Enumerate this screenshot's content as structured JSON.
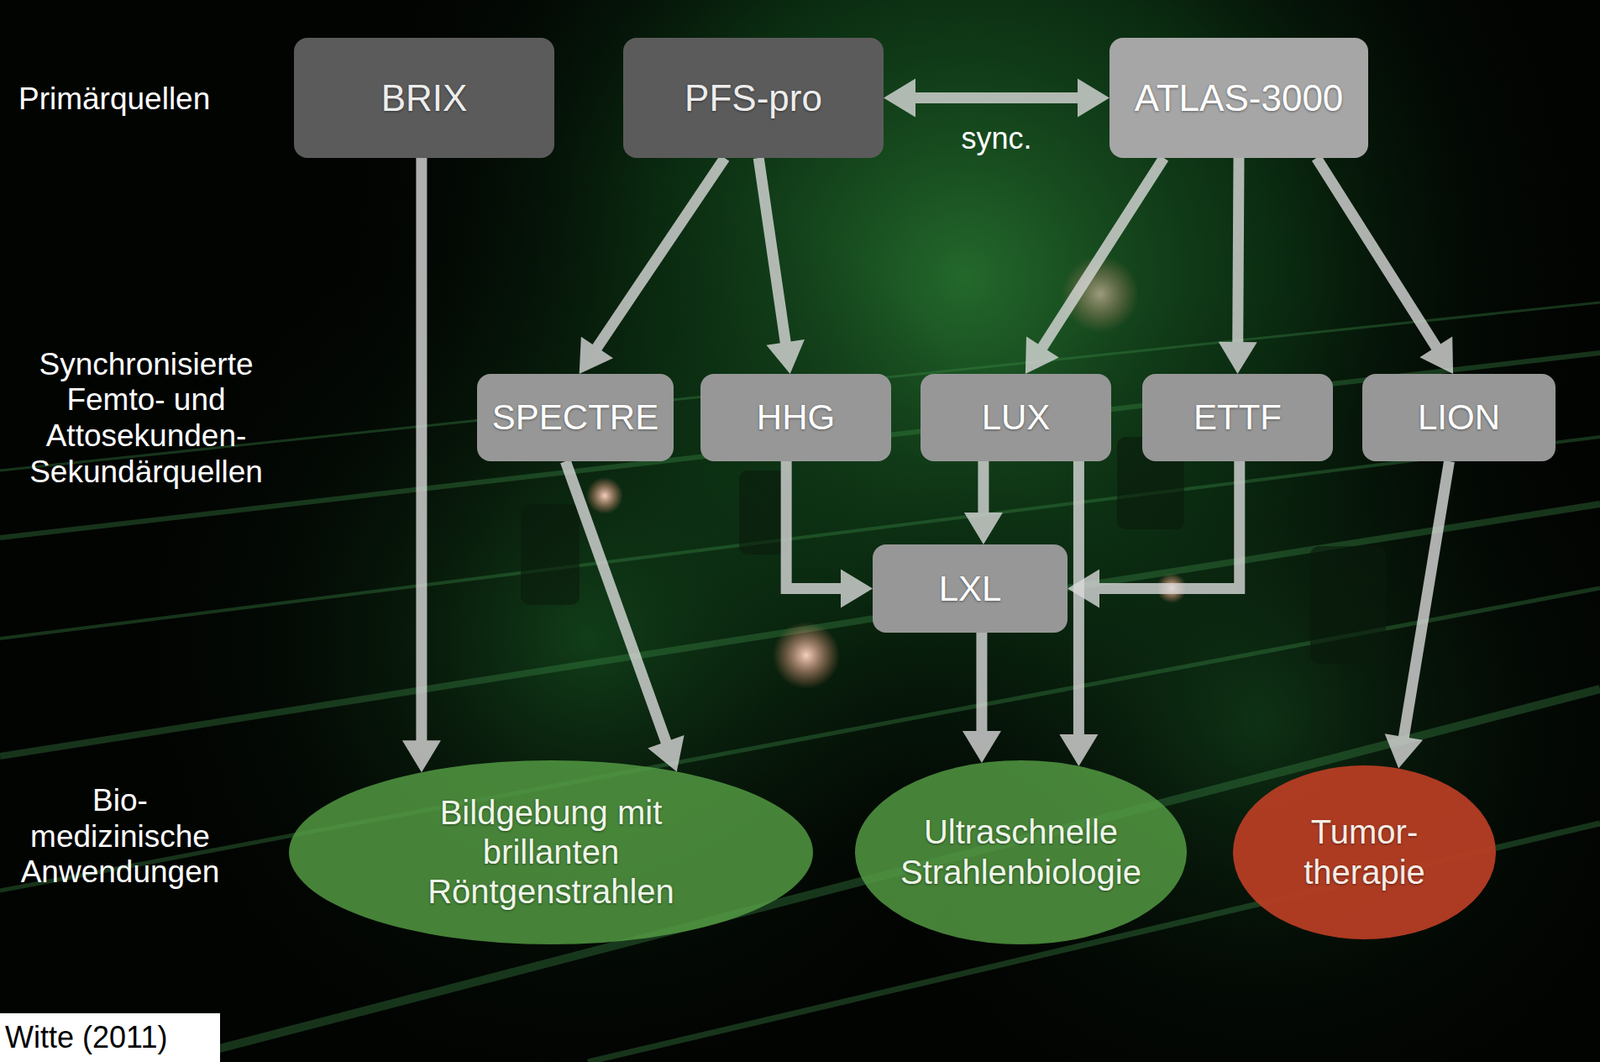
{
  "diagram": {
    "nodes": [
      {
        "text": [
          "BRIX"
        ]
      },
      {
        "text": [
          "PFS-pro"
        ]
      },
      {
        "text": [
          "ATLAS-3000"
        ]
      },
      {
        "text": [
          "SPECTRE"
        ]
      },
      {
        "text": [
          "HHG"
        ]
      },
      {
        "text": [
          "LUX"
        ]
      },
      {
        "text": [
          "ETTF"
        ]
      },
      {
        "text": [
          "LION"
        ]
      },
      {
        "text": [
          "LXL"
        ]
      },
      {
        "text": [
          "Bildgebung mit brillanten Röntgenstrahlen"
        ]
      },
      {
        "text": [
          "Ultraschnelle Strahlenbiologie"
        ]
      },
      {
        "text": [
          "Tumor- therapie"
        ]
      }
    ],
    "edges": [
      {
        "from": 1,
        "to": 2,
        "label": "sync.",
        "arrow": "both"
      },
      {
        "from": 0,
        "to": 9,
        "arrow": "to"
      },
      {
        "from": 1,
        "to": 3,
        "arrow": "to"
      },
      {
        "from": 1,
        "to": 4,
        "arrow": "to"
      },
      {
        "from": 2,
        "to": 5,
        "arrow": "to"
      },
      {
        "from": 2,
        "to": 6,
        "arrow": "to"
      },
      {
        "from": 2,
        "to": 7,
        "arrow": "to"
      },
      {
        "from": 3,
        "to": 9,
        "arrow": "to"
      },
      {
        "from": 4,
        "to": 8,
        "arrow": "to"
      },
      {
        "from": 5,
        "to": 8,
        "arrow": "to"
      },
      {
        "from": 6,
        "to": 8,
        "arrow": "to"
      },
      {
        "from": 5,
        "to": 10,
        "arrow": "to"
      },
      {
        "from": 8,
        "to": 10,
        "arrow": "to"
      },
      {
        "from": 7,
        "to": 11,
        "arrow": "to"
      }
    ],
    "labels": [
      "Primärquellen",
      "Synchronisierte Femto- und Attosekunden- Sekundärquellen",
      "Bio- medizinische Anwendungen",
      "Witte (2011)"
    ]
  }
}
